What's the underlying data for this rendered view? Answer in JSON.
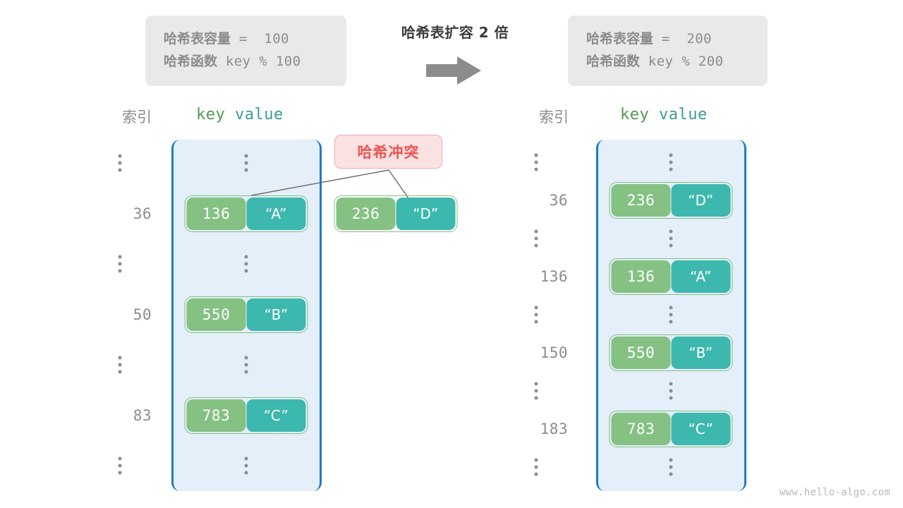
{
  "diagram": {
    "transition_title": "哈希表扩容 2 倍",
    "watermark": "www.hello-algo.com"
  },
  "left_panel": {
    "capacity_label": "哈希表容量",
    "capacity_value": " =  100",
    "function_label": "哈希函数",
    "function_value": " key % 100",
    "header_index": "索引",
    "header_key": "key",
    "header_value": "value",
    "rows": [
      {
        "type": "ellipsis",
        "index": "",
        "key": "",
        "value": ""
      },
      {
        "type": "entry",
        "index": "36",
        "key": "136",
        "value": "“A”"
      },
      {
        "type": "ellipsis",
        "index": "",
        "key": "",
        "value": ""
      },
      {
        "type": "entry",
        "index": "50",
        "key": "550",
        "value": "“B”"
      },
      {
        "type": "ellipsis",
        "index": "",
        "key": "",
        "value": ""
      },
      {
        "type": "entry",
        "index": "83",
        "key": "783",
        "value": "“C”"
      },
      {
        "type": "ellipsis",
        "index": "",
        "key": "",
        "value": ""
      }
    ]
  },
  "right_panel": {
    "capacity_label": "哈希表容量",
    "capacity_value": " =  200",
    "function_label": "哈希函数",
    "function_value": " key % 200",
    "header_index": "索引",
    "header_key": "key",
    "header_value": "value",
    "rows": [
      {
        "type": "ellipsis",
        "index": "",
        "key": "",
        "value": ""
      },
      {
        "type": "entry",
        "index": "36",
        "key": "236",
        "value": "“D”"
      },
      {
        "type": "ellipsis",
        "index": "",
        "key": "",
        "value": ""
      },
      {
        "type": "entry",
        "index": "136",
        "key": "136",
        "value": "“A”"
      },
      {
        "type": "ellipsis",
        "index": "",
        "key": "",
        "value": ""
      },
      {
        "type": "entry",
        "index": "150",
        "key": "550",
        "value": "“B”"
      },
      {
        "type": "ellipsis",
        "index": "",
        "key": "",
        "value": ""
      },
      {
        "type": "entry",
        "index": "183",
        "key": "783",
        "value": "“C”"
      },
      {
        "type": "ellipsis",
        "index": "",
        "key": "",
        "value": ""
      }
    ]
  },
  "collision": {
    "badge_label": "哈希冲突",
    "overflow_key": "236",
    "overflow_value": "“D”"
  },
  "colors": {
    "key_cell": "#84c183",
    "value_cell": "#3db8ae",
    "bucket_bg": "#e4eff9",
    "bucket_border": "#1f7ac4",
    "badge_bg": "#fbe2e2",
    "badge_border": "#f2aaaa",
    "badge_text": "#ef5350",
    "info_bg": "#e9e9e9",
    "muted_text": "#8c8c8c",
    "arrow": "#8c8c8c"
  }
}
